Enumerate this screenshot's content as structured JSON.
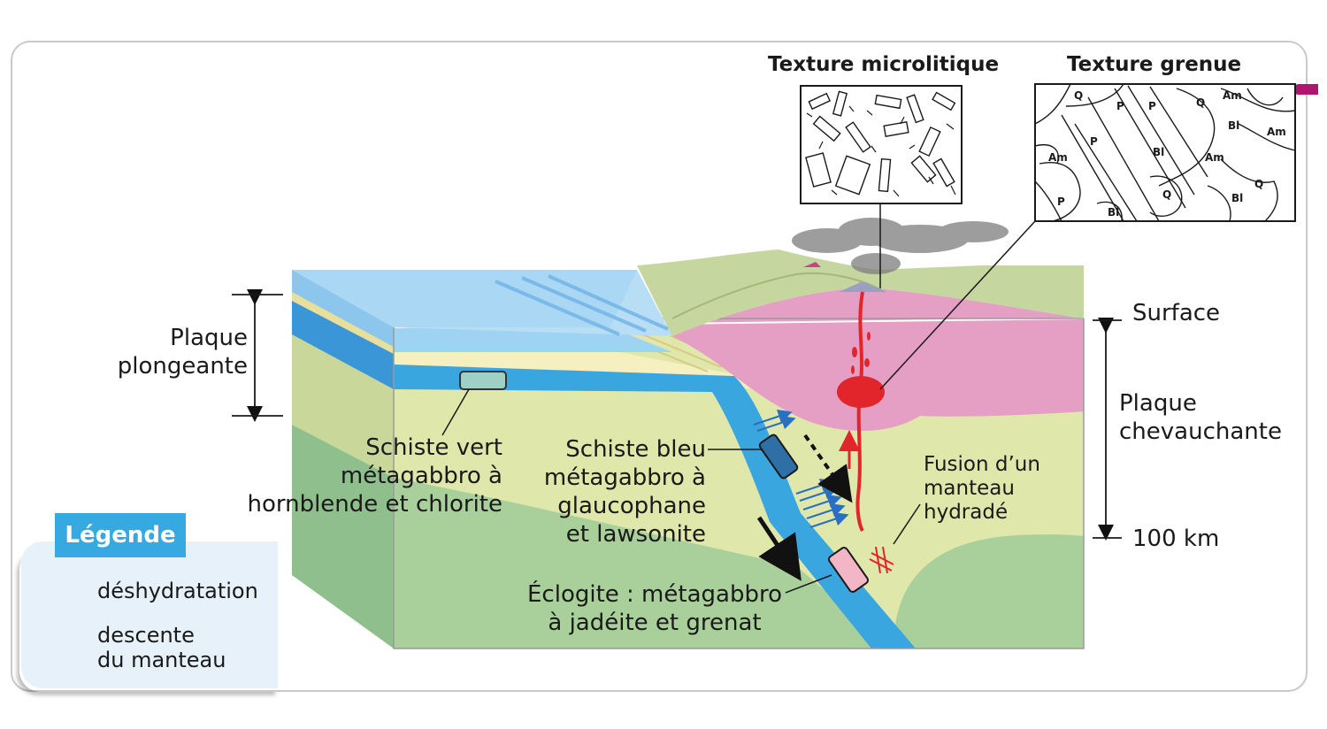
{
  "plaque_plongeante": "Plaque\nplongeante",
  "surface": "Surface",
  "plaque_chevauchante": "Plaque\nchevauchante",
  "depth_100": "100 km",
  "texture_microlitique": "Texture microlitique",
  "texture_grenue": "Texture grenue",
  "schiste_vert": "Schiste vert\nmétagabbro à\nhornblende et chlorite",
  "schiste_bleu": "Schiste bleu\nmétagabbro à\nglaucophane\net lawsonite",
  "eclogite": "Éclogite : métagabbro\nà jadéite et grenat",
  "fusion": "Fusion d’un\nmanteau\nhydradé",
  "legend": {
    "title": "Légende",
    "deshydratation": "déshydratation",
    "descente": "descente\ndu manteau"
  },
  "grenue_minerals": [
    "Q",
    "P",
    "Q",
    "Am",
    "Bl",
    "Am",
    "P",
    "Bl",
    "Am",
    "Am",
    "P",
    "Q",
    "Q",
    "Bl",
    "P",
    "Bl"
  ],
  "colors": {
    "ocean": "#9fd3f2",
    "ocean_deep": "#6fb8e8",
    "plate_blue": "#3aa6e0",
    "crust_pink": "#e59ec4",
    "mantle_light": "#dfe7ab",
    "mantle_green": "#a9cf9b",
    "sediment": "#f6efbf",
    "magma_red": "#e1252a",
    "legend_blue": "#36a9e1",
    "accent_magenta": "#b0166e"
  }
}
